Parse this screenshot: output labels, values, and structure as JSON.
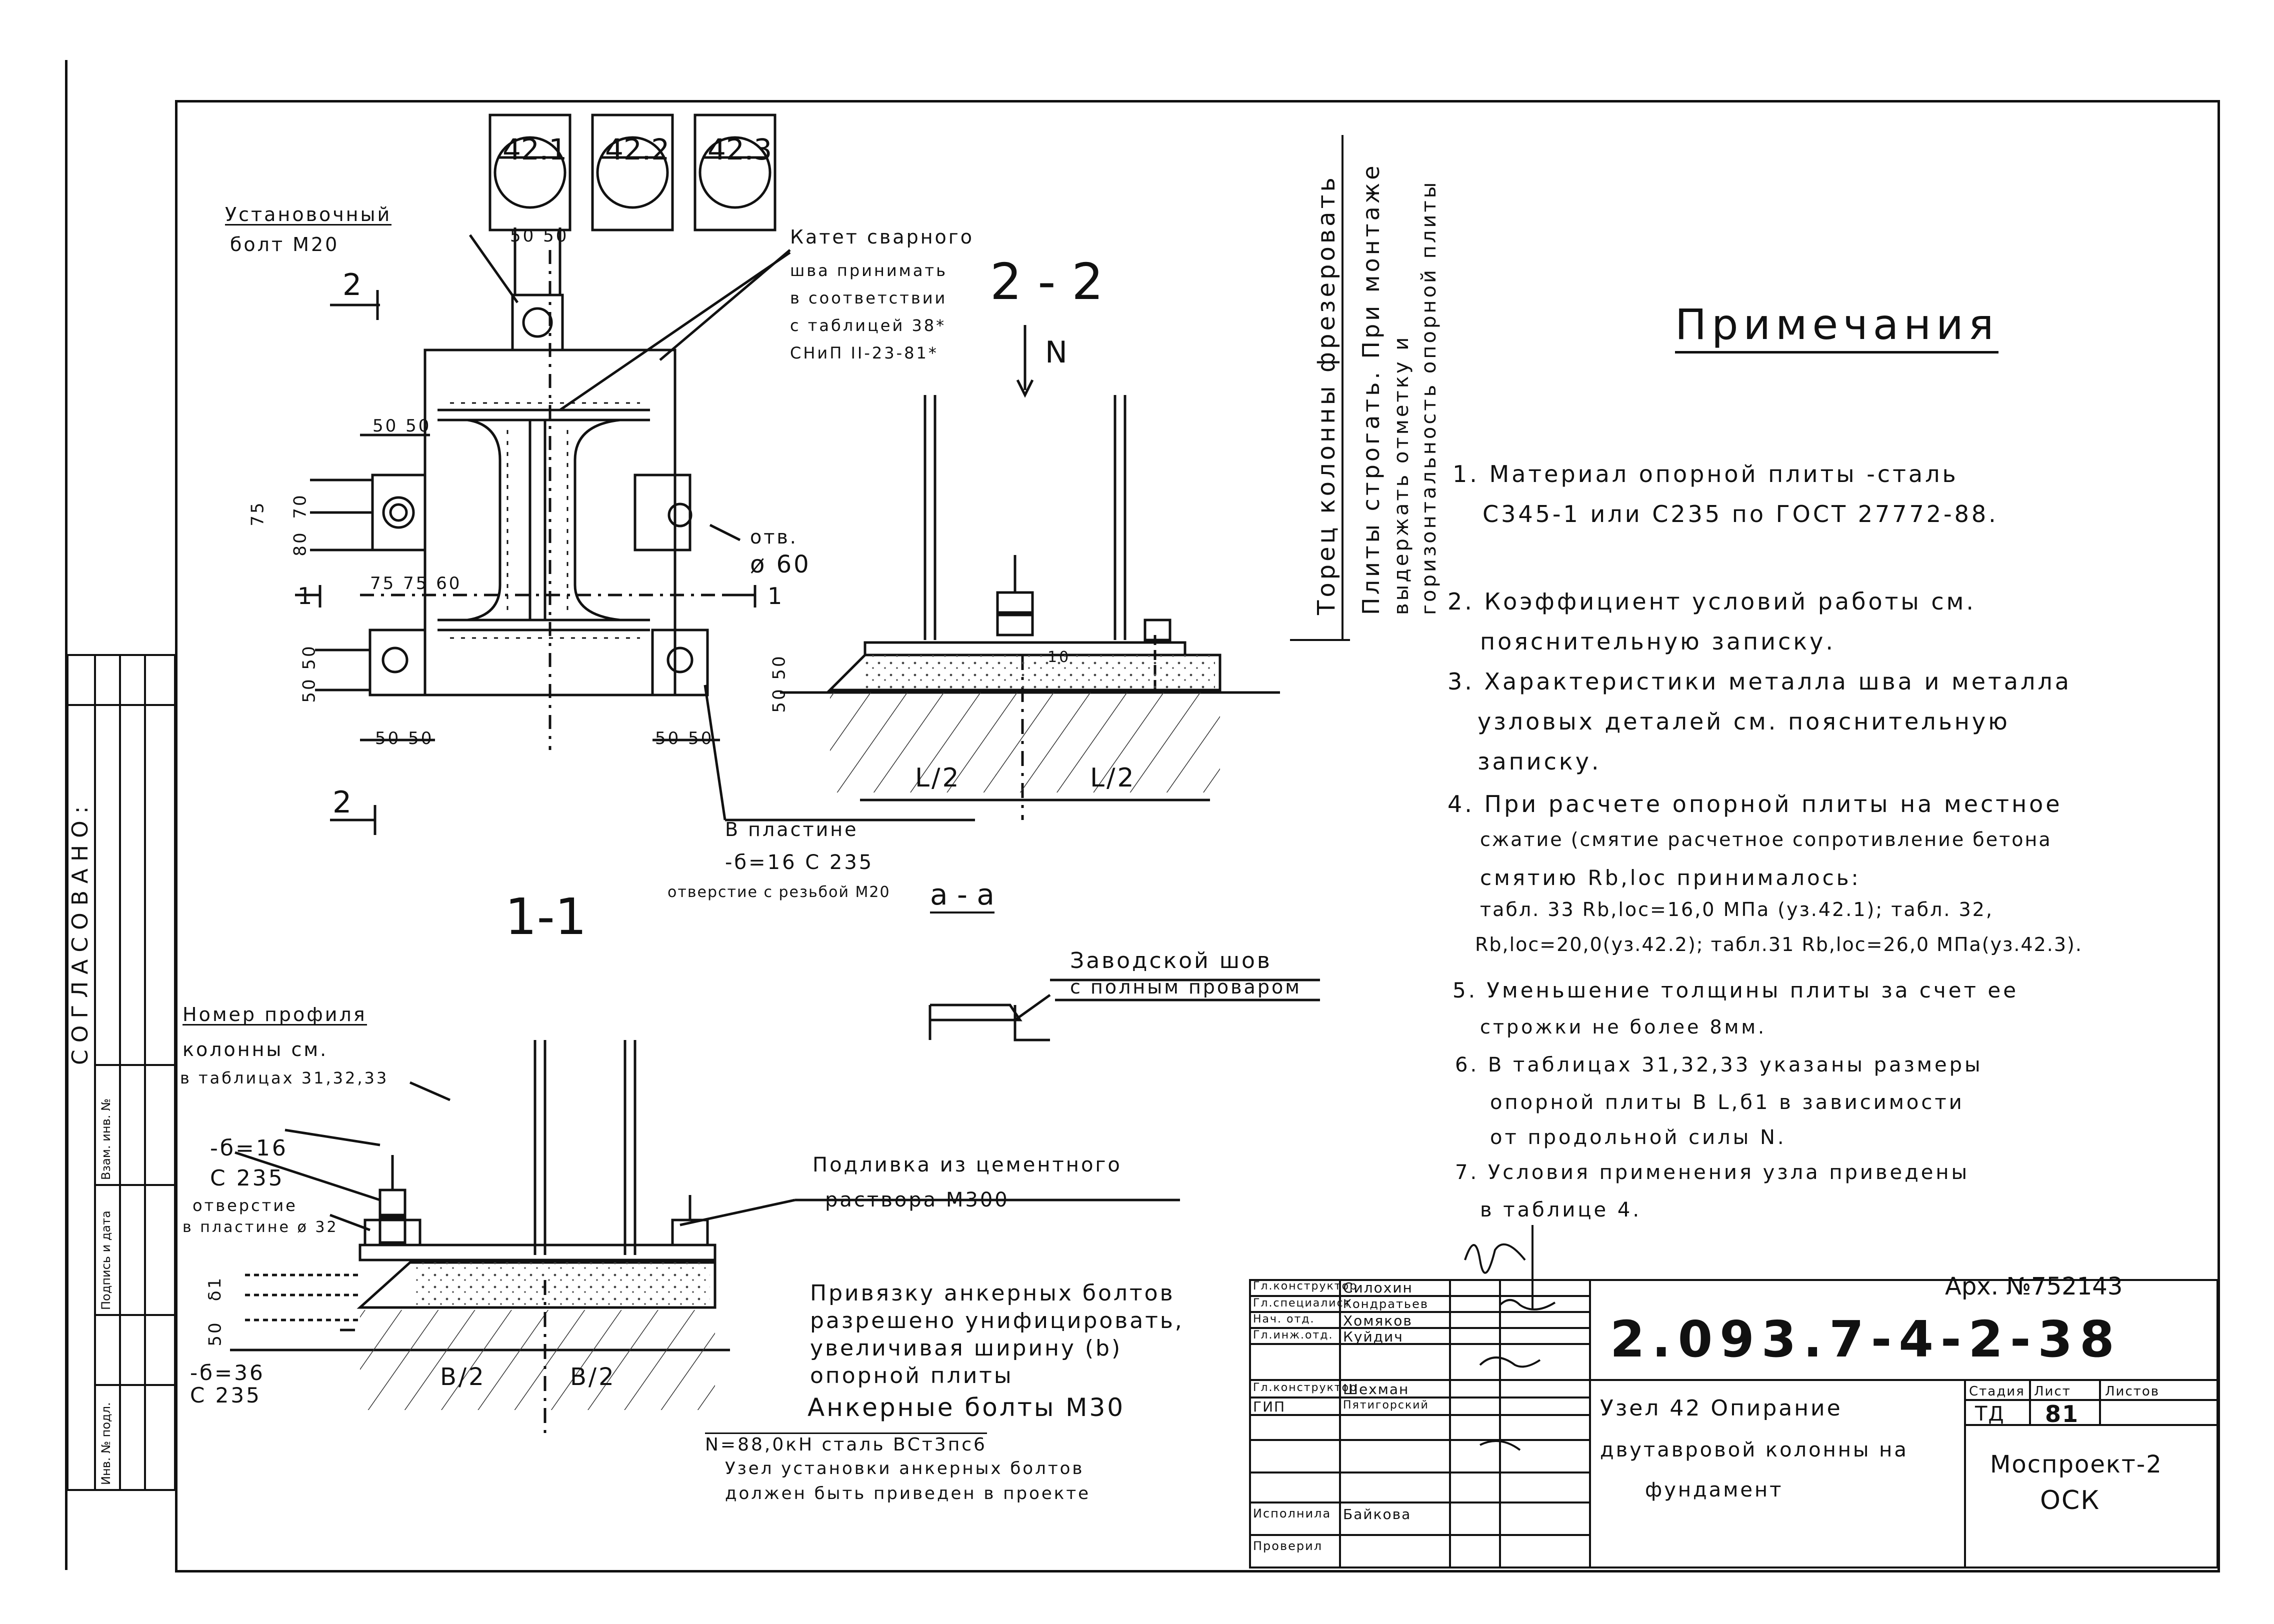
{
  "markers": [
    "42.1",
    "42.2",
    "42.3"
  ],
  "section_titles": {
    "s22": "2 - 2",
    "s11": "1-1",
    "saa": "а - а"
  },
  "labels": {
    "install_bolt_1": "Установочный",
    "install_bolt_2": "болт М20",
    "weld_leg_1": "Катет сварного",
    "weld_leg_2": "шва принимать",
    "weld_leg_3": "в соответствии",
    "weld_leg_4": "с таблицей 38*",
    "weld_leg_5": "СНиП II-23-81*",
    "cut2_top": "2",
    "cut2_bottom": "2",
    "cut1_left": "1",
    "cut1_right": "1",
    "load_n": "N",
    "hole": "отв.",
    "hole_dia": "ø 60",
    "plate_1": "В пластине",
    "plate_2": "-б=16    С 235",
    "plate_3": "отверстие с резьбой М20",
    "shop_weld_1": "Заводской шов",
    "shop_weld_2": "с полным проваром",
    "profile_1": "Номер профиля",
    "profile_2": "колонны см.",
    "profile_3": "в таблицах 31,32,33",
    "plate_d1": "-б=16",
    "plate_d2": "С 235",
    "plate_d3": "отверстие",
    "plate_d4": "в пластине ø 32",
    "base_plate_1": "-б=36",
    "base_plate_2": "С 235",
    "grout_1": "Подливка из цементного",
    "grout_2": "раствора   М300",
    "anchor_note_1": "Привязку анкерных болтов",
    "anchor_note_2": "разрешено унифицировать,",
    "anchor_note_3": "увеличивая ширину (b)",
    "anchor_note_4": "опорной плиты",
    "anchor_bolts": "Анкерные болты М30",
    "anchor_spec": "N=88,0кН      сталь ВСт3пс6",
    "anchor_node_1": "Узел установки анкерных болтов",
    "anchor_node_2": "должен быть приведен в проекте",
    "vert_note_1": "Торец колонны фрезеровать",
    "vert_note_2": "Плиты строгать. При монтаже",
    "vert_note_3": "выдержать отметку и",
    "vert_note_4": "горизонтальность опорной плиты",
    "dim_5050": "50 50",
    "dim_75": "75",
    "dim_70": "70",
    "dim_80": "80",
    "dim_757560": "75 75 60",
    "dim_5050v": "50 50",
    "dim_half": "L/2",
    "dim_bhalf": "B/2",
    "dim_10": "10",
    "dim_d1": "δ1",
    "dim_50": "50"
  },
  "notes_title": "Примечания",
  "notes": [
    "1. Материал опорной плиты -сталь",
    "С345-1 или С235 по ГОСТ 27772-88.",
    "2. Коэффициент условий работы см.",
    "пояснительную записку.",
    "3. Характеристики металла шва и металла",
    "узловых деталей см. пояснительную",
    "записку.",
    "4. При расчете опорной плиты на местное",
    "сжатие (смятие расчетное сопротивление бетона",
    "смятию Rb,loc принималось:",
    "табл. 33 Rb,loc=16,0 МПа (уз.42.1); табл. 32,",
    "Rb,loc=20,0(уз.42.2); табл.31 Rb,loc=26,0 МПа(уз.42.3).",
    "5. Уменьшение толщины плиты за счет ее",
    "строжки не более 8мм.",
    "6. В таблицах 31,32,33 указаны размеры",
    "опорной плиты В L,б1 в зависимости",
    "от продольной силы N.",
    "7. Условия применения узла приведены",
    "в таблице 4."
  ],
  "archive_no": "Арх. №752143",
  "side_stamp": {
    "agreed": "СОГЛАСОВАНО:",
    "inv_no": "Взам. инв. №",
    "sign_date": "Подпись и дата",
    "inv_orig": "Инв. № подл."
  },
  "title_block": {
    "roles": [
      "Гл.конструктор",
      "Гл.специалист",
      "Нач. отд.",
      "Гл.инж.отд.",
      "Гл.конструктор",
      "ГИП",
      "",
      "Исполнила",
      "Проверил"
    ],
    "names": [
      "Силохин",
      "Кондратьев",
      "Хомяков",
      "Куйдич",
      "Шехман",
      "Пятигорский",
      "",
      "Байкова",
      ""
    ],
    "doc_code": "2.093.7-4-2-38",
    "description_1": "Узел 42 Опирание",
    "description_2": "двутавровой колонны на",
    "description_3": "фундамент",
    "stage_header": "Стадия",
    "sheet_header": "Лист",
    "sheets_header": "Листов",
    "stage": "ТД",
    "sheet": "81",
    "org_1": "Моспроект-2",
    "org_2": "ОСК"
  }
}
